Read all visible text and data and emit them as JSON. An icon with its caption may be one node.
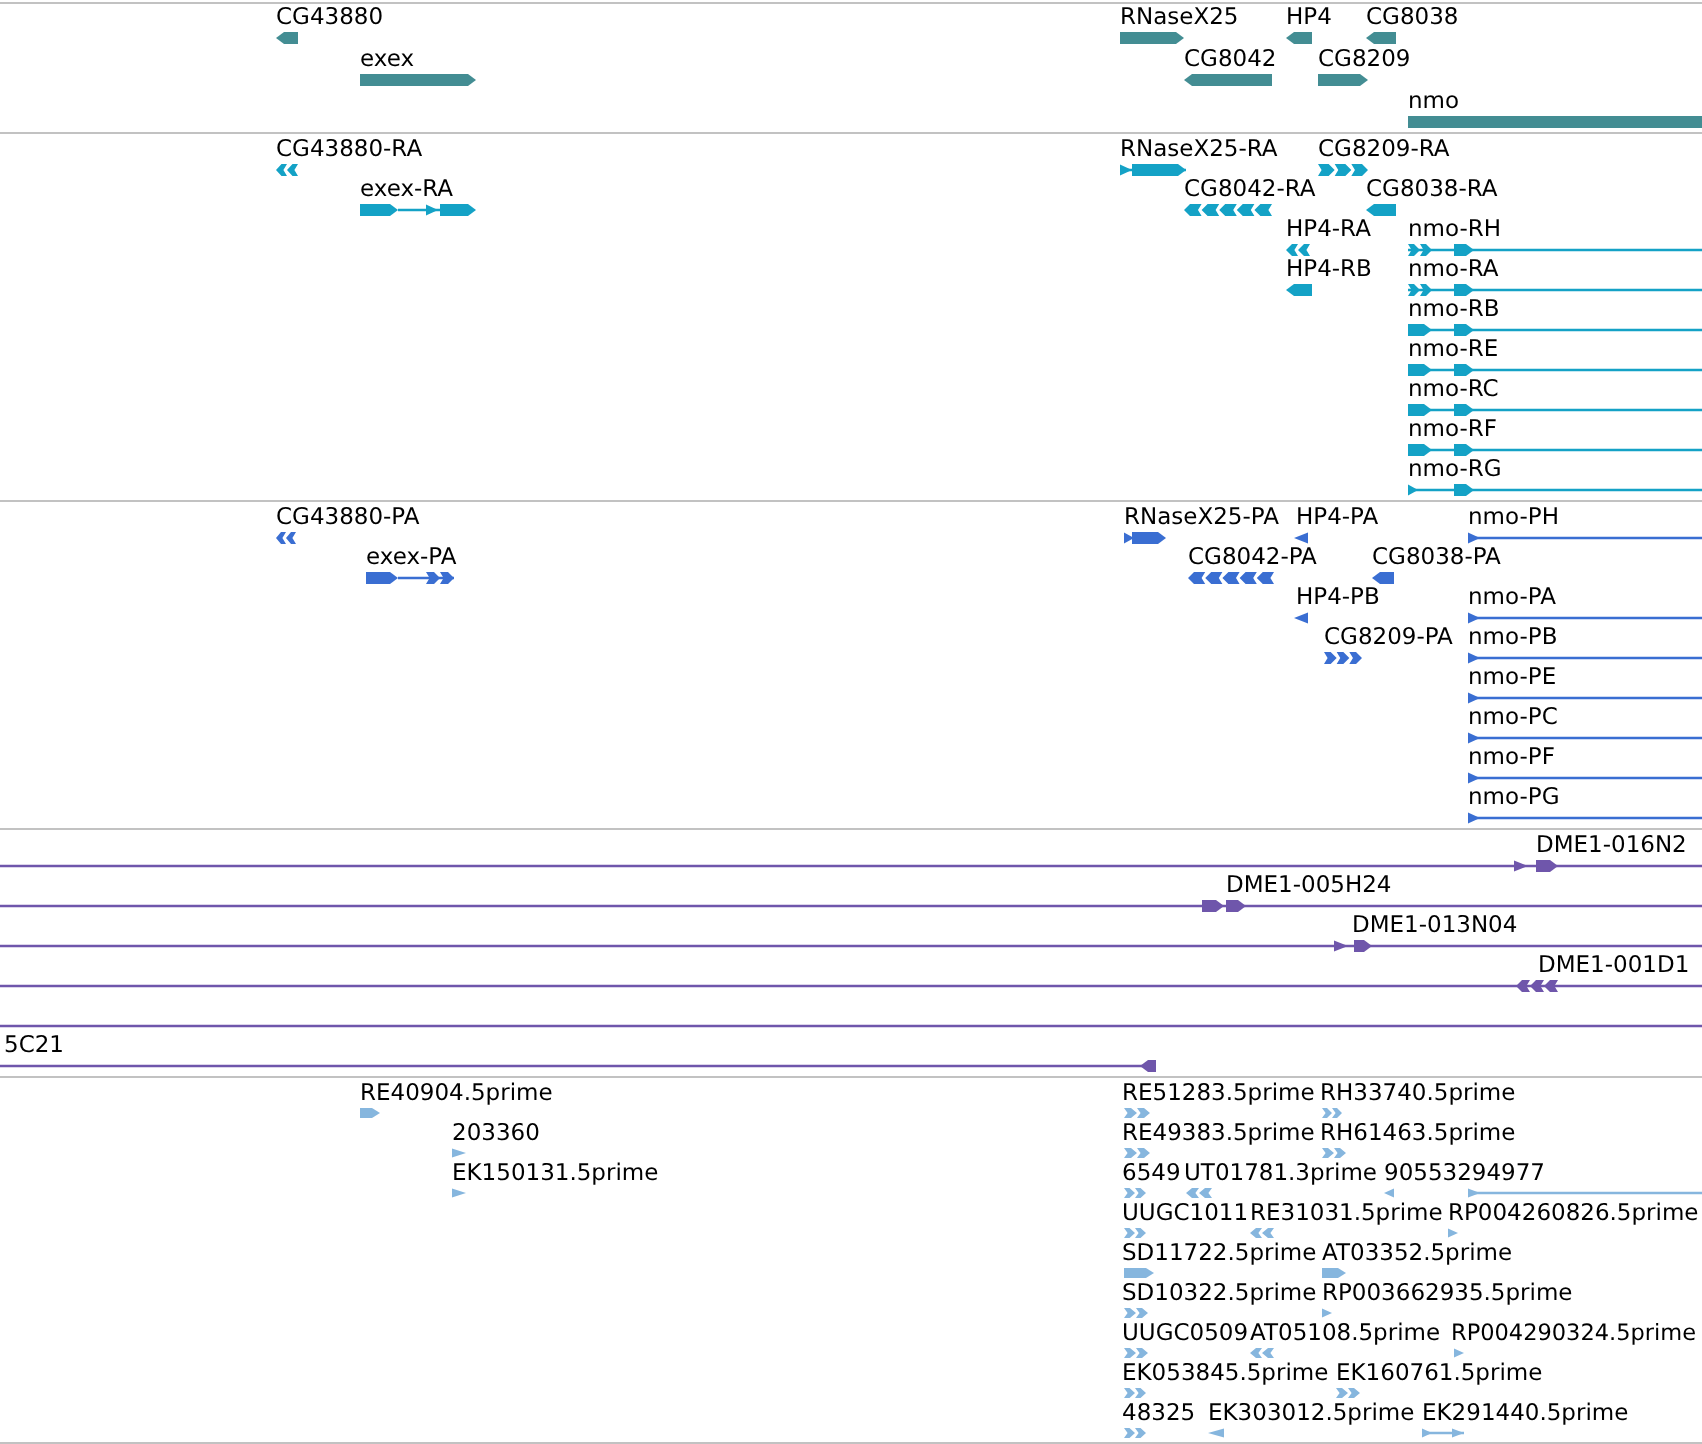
{
  "diagram": {
    "nodes": [
      {
        "text": [
          "CG43880"
        ]
      },
      {
        "text": [
          "RNaseX25"
        ]
      },
      {
        "text": [
          "HP4"
        ]
      },
      {
        "text": [
          "CG8038"
        ]
      },
      {
        "text": [
          "exex"
        ]
      },
      {
        "text": [
          "CG8042"
        ]
      },
      {
        "text": [
          "CG8209"
        ]
      },
      {
        "text": [
          "nmo"
        ]
      },
      {
        "text": [
          "CG43880-RA"
        ]
      },
      {
        "text": [
          "RNaseX25-RA"
        ]
      },
      {
        "text": [
          "CG8209-RA"
        ]
      },
      {
        "text": [
          "exex-RA"
        ]
      },
      {
        "text": [
          "CG8042-RA"
        ]
      },
      {
        "text": [
          "CG8038-RA"
        ]
      },
      {
        "text": [
          "HP4-RA"
        ]
      },
      {
        "text": [
          "nmo-RH"
        ]
      },
      {
        "text": [
          "HP4-RB"
        ]
      },
      {
        "text": [
          "nmo-RA"
        ]
      },
      {
        "text": [
          "nmo-RB"
        ]
      },
      {
        "text": [
          "nmo-RE"
        ]
      },
      {
        "text": [
          "nmo-RC"
        ]
      },
      {
        "text": [
          "nmo-RF"
        ]
      },
      {
        "text": [
          "nmo-RG"
        ]
      },
      {
        "text": [
          "CG43880-PA"
        ]
      },
      {
        "text": [
          "RNaseX25-PA"
        ]
      },
      {
        "text": [
          "HP4-PA"
        ]
      },
      {
        "text": [
          "nmo-PH"
        ]
      },
      {
        "text": [
          "exex-PA"
        ]
      },
      {
        "text": [
          "CG8042-PA"
        ]
      },
      {
        "text": [
          "CG8038-PA"
        ]
      },
      {
        "text": [
          "HP4-PB"
        ]
      },
      {
        "text": [
          "nmo-PA"
        ]
      },
      {
        "text": [
          "CG8209-PA"
        ]
      },
      {
        "text": [
          "nmo-PB"
        ]
      },
      {
        "text": [
          "nmo-PE"
        ]
      },
      {
        "text": [
          "nmo-PC"
        ]
      },
      {
        "text": [
          "nmo-PF"
        ]
      },
      {
        "text": [
          "nmo-PG"
        ]
      },
      {
        "text": [
          "DME1-016N2"
        ]
      },
      {
        "text": [
          "DME1-005H24"
        ]
      },
      {
        "text": [
          "DME1-013N04"
        ]
      },
      {
        "text": [
          "DME1-001D1"
        ]
      },
      {
        "text": [],
        "shape": "line"
      },
      {
        "text": [
          "5C21"
        ]
      },
      {
        "text": [
          "RE40904.5prime"
        ]
      },
      {
        "text": [
          "RE51283.5prime"
        ]
      },
      {
        "text": [
          "RH33740.5prime"
        ]
      },
      {
        "text": [
          "203360"
        ]
      },
      {
        "text": [
          "RE49383.5prime"
        ]
      },
      {
        "text": [
          "RH61463.5prime"
        ]
      },
      {
        "text": [
          "EK150131.5prime"
        ]
      },
      {
        "text": [
          "6549"
        ]
      },
      {
        "text": [
          "UT01781.3prime"
        ]
      },
      {
        "text": [
          "90553294977"
        ]
      },
      {
        "text": [],
        "shape": "line"
      },
      {
        "text": [
          "UUGC1011"
        ]
      },
      {
        "text": [
          "RE31031.5prime"
        ]
      },
      {
        "text": [
          "RP004260826.5prime"
        ]
      },
      {
        "text": [
          "SD11722.5prime"
        ]
      },
      {
        "text": [
          "AT03352.5prime"
        ]
      },
      {
        "text": [
          "SD10322.5prime"
        ]
      },
      {
        "text": [
          "RP003662935.5prime"
        ]
      },
      {
        "text": [
          "UUGC0509"
        ]
      },
      {
        "text": [
          "AT05108.5prime"
        ]
      },
      {
        "text": [
          "RP004290324.5prime"
        ]
      },
      {
        "text": [
          "EK053845.5prime"
        ]
      },
      {
        "text": [
          "EK160761.5prime"
        ]
      },
      {
        "text": [
          "48325"
        ]
      },
      {
        "text": [
          "EK303012.5prime"
        ]
      },
      {
        "text": [
          "EK291440.5prime"
        ]
      }
    ]
  }
}
